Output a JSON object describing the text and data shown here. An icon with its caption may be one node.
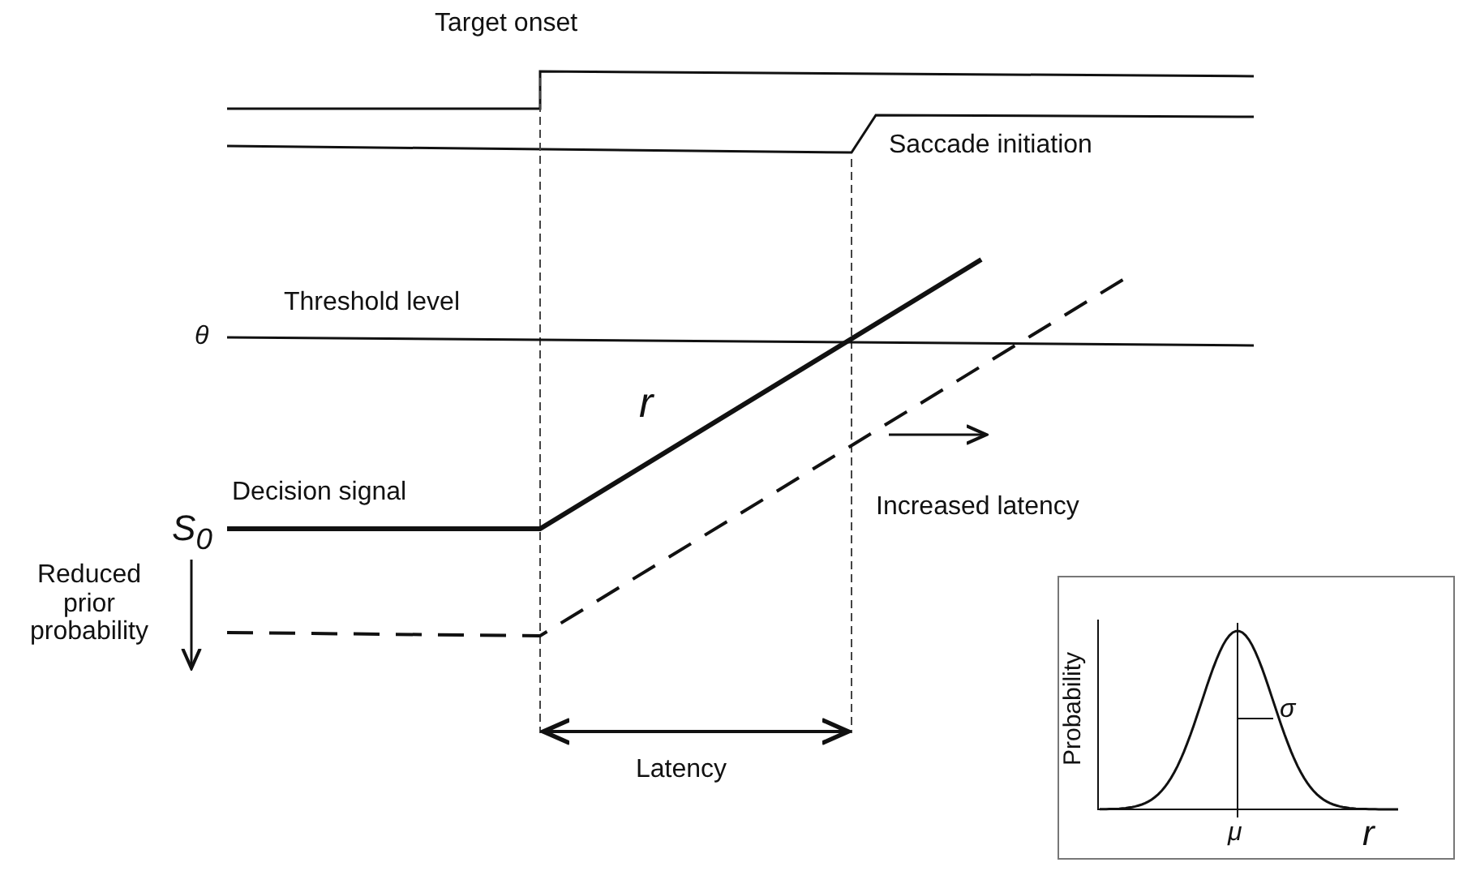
{
  "diagram": {
    "labels": [
      "Target onset",
      "Saccade initiation",
      "Threshold level",
      "θ",
      "r",
      "Decision signal",
      "Increased latency",
      "S$_{0}$",
      "Reduced prior probability",
      "Probability",
      "σ",
      "Latency",
      "μ",
      "r"
    ]
  }
}
